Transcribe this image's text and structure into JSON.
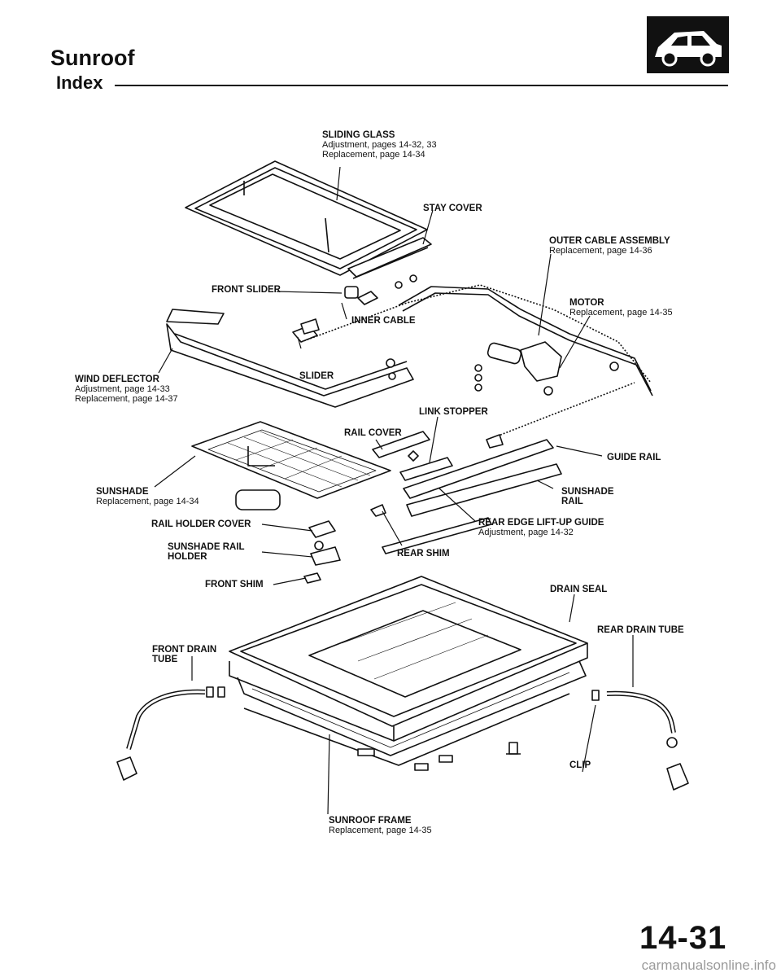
{
  "header": {
    "title": "Sunroof",
    "subtitle": "Index"
  },
  "logo_icon": "car-silhouette-icon",
  "labels": {
    "sliding_glass": {
      "name": "SLIDING GLASS",
      "line1": "Adjustment, pages 14-32, 33",
      "line2": "Replacement, page 14-34"
    },
    "stay_cover": {
      "name": "STAY COVER"
    },
    "outer_cable": {
      "name": "OUTER CABLE ASSEMBLY",
      "line1": "Replacement, page 14-36"
    },
    "front_slider": {
      "name": "FRONT SLIDER"
    },
    "motor": {
      "name": "MOTOR",
      "line1": "Replacement, page 14-35"
    },
    "inner_cable": {
      "name": "INNER CABLE"
    },
    "wind_deflector": {
      "name": "WIND DEFLECTOR",
      "line1": "Adjustment, page 14-33",
      "line2": "Replacement, page 14-37"
    },
    "slider": {
      "name": "SLIDER"
    },
    "link_stopper": {
      "name": "LINK STOPPER"
    },
    "rail_cover": {
      "name": "RAIL COVER"
    },
    "guide_rail": {
      "name": "GUIDE RAIL"
    },
    "sunshade": {
      "name": "SUNSHADE",
      "line1": "Replacement, page 14-34"
    },
    "sunshade_rail": {
      "line1": "SUNSHADE",
      "line2": "RAIL"
    },
    "rail_holder_cover": {
      "name": "RAIL HOLDER COVER"
    },
    "rear_edge_guide": {
      "name": "REAR EDGE LIFT-UP GUIDE",
      "line1": "Adjustment, page 14-32"
    },
    "sunshade_rail_holder": {
      "line1": "SUNSHADE RAIL",
      "line2": "HOLDER"
    },
    "rear_shim": {
      "name": "REAR SHIM"
    },
    "front_shim": {
      "name": "FRONT SHIM"
    },
    "drain_seal": {
      "name": "DRAIN SEAL"
    },
    "rear_drain_tube": {
      "name": "REAR DRAIN TUBE"
    },
    "front_drain_tube": {
      "line1": "FRONT DRAIN",
      "line2": "TUBE"
    },
    "clip": {
      "name": "CLIP"
    },
    "sunroof_frame": {
      "name": "SUNROOF FRAME",
      "line1": "Replacement, page 14-35"
    }
  },
  "footer": {
    "page_number": "14-31",
    "watermark": "carmanualsonline.info"
  }
}
